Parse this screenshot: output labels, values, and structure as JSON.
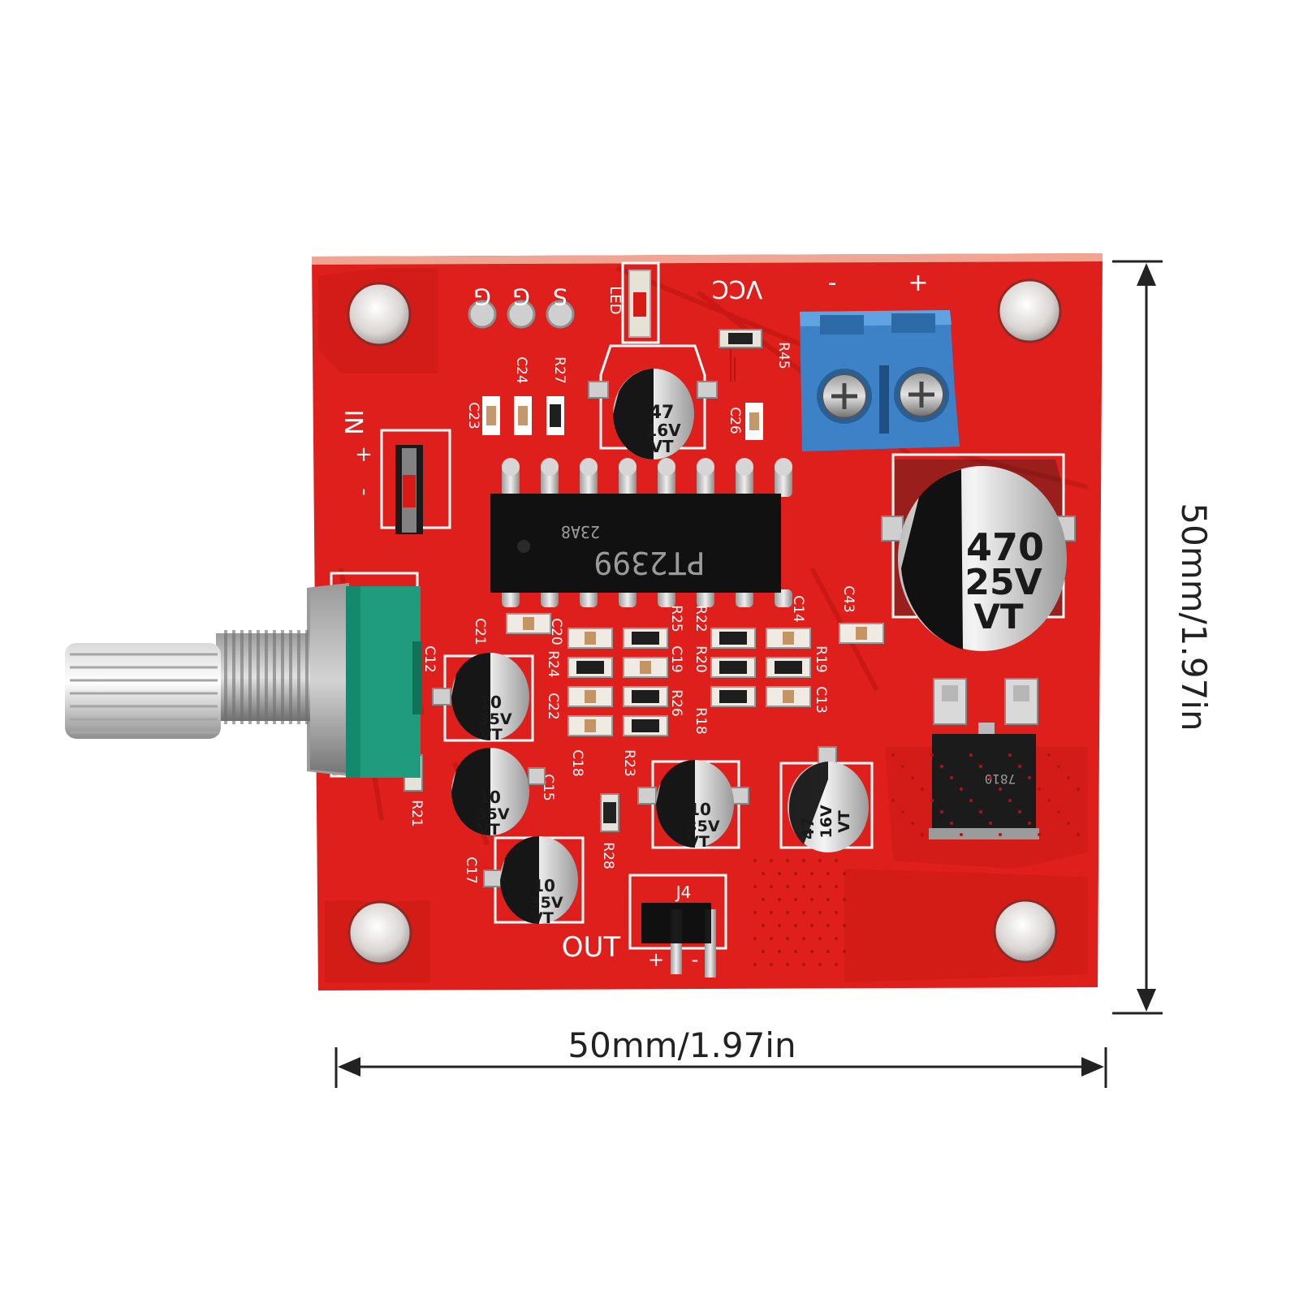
{
  "dimensions": {
    "width_label": "50mm/1.97in",
    "height_label": "50mm/1.97in"
  },
  "board": {
    "pcb_color": "#e0201c",
    "headers": {
      "g1": "G",
      "g2": "G",
      "s": "S"
    },
    "led_label": "LED",
    "vcc_label": "VCC",
    "minus_label": "-",
    "plus_label": "+",
    "in_label": "IN",
    "in_plus": "+",
    "in_minus": "-",
    "out_label": "OUT",
    "j4_label": "J4",
    "out_plus": "+",
    "out_minus": "-",
    "chip": {
      "part": "PT2399",
      "code": "23A8"
    },
    "regulator_marking": "7810",
    "capacitors": {
      "big": {
        "value": "470",
        "voltage": "25V",
        "brand": "VT"
      },
      "top": {
        "value": "47",
        "voltage": "16V",
        "brand": "VT"
      },
      "right": {
        "value": "47",
        "voltage": "16V",
        "brand": "VT"
      },
      "c12": {
        "value": "10",
        "voltage": "35V",
        "brand": "VT"
      },
      "c15": {
        "value": "10",
        "voltage": "35V",
        "brand": "VT"
      },
      "c17": {
        "value": "10",
        "voltage": "35V",
        "brand": "VT"
      },
      "c18": {
        "value": "10",
        "voltage": "35V",
        "brand": "VT"
      }
    },
    "refdes": {
      "c23": "C23",
      "c24": "C24",
      "r27": "R27",
      "r45": "R45",
      "c26": "C26",
      "c21": "C21",
      "c20": "C20",
      "r25": "R25",
      "r22": "R22",
      "c14": "C14",
      "c13a": "C43",
      "c12": "C12",
      "r24": "R24",
      "c22": "C22",
      "c18": "C18",
      "r23": "R23",
      "c19": "C19",
      "r20": "R20",
      "r26": "R26",
      "r18": "R18",
      "r19": "R19",
      "c13": "C13",
      "c15": "C15",
      "r21": "R21",
      "c17": "C17",
      "r28": "R28"
    }
  }
}
